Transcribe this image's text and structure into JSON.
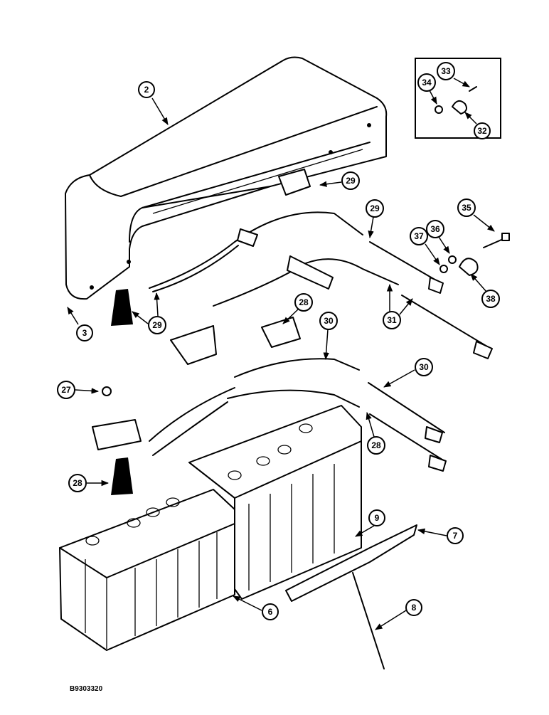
{
  "figure_code": "B9303320",
  "callouts": [
    "2",
    "3",
    "6",
    "7",
    "8",
    "9",
    "27",
    "28",
    "28",
    "28",
    "29",
    "29",
    "29",
    "30",
    "30",
    "31",
    "32",
    "33",
    "34",
    "35",
    "36",
    "37",
    "38"
  ]
}
